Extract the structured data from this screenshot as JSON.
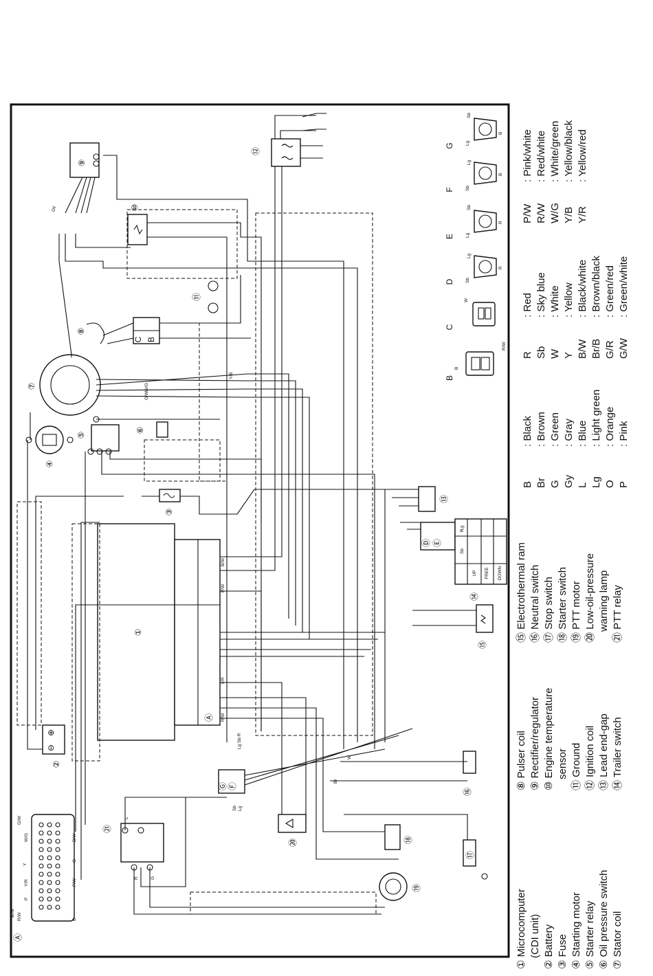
{
  "connector_views": [
    {
      "id": "B",
      "pins": [
        "B",
        "R/W"
      ]
    },
    {
      "id": "C",
      "pins": [
        "W"
      ]
    },
    {
      "id": "D",
      "pins": [
        "Sb",
        "Lg",
        "R"
      ]
    },
    {
      "id": "E",
      "pins": [
        "Lg",
        "Sb",
        "R"
      ]
    },
    {
      "id": "F",
      "pins": [
        "Sb",
        "Lg",
        "B"
      ]
    },
    {
      "id": "G",
      "pins": [
        "Lg",
        "Sb",
        "B"
      ]
    }
  ],
  "components": [
    {
      "num": "①",
      "name": "Microcomputer"
    },
    {
      "num": "",
      "name": "(CDI unit)"
    },
    {
      "num": "②",
      "name": "Battery"
    },
    {
      "num": "③",
      "name": "Fuse"
    },
    {
      "num": "④",
      "name": "Starting motor"
    },
    {
      "num": "⑤",
      "name": "Starter relay"
    },
    {
      "num": "⑥",
      "name": "Oil pressure switch"
    },
    {
      "num": "⑦",
      "name": "Stator coil"
    },
    {
      "num": "⑧",
      "name": "Pulser coil"
    },
    {
      "num": "⑨",
      "name": "Rectifier/regulator"
    },
    {
      "num": "⑩",
      "name": "Engine temperature"
    },
    {
      "num": "",
      "name": "sensor"
    },
    {
      "num": "⑪",
      "name": "Ground"
    },
    {
      "num": "⑫",
      "name": "Ignition coil"
    },
    {
      "num": "⑬",
      "name": "Lead end-gap"
    },
    {
      "num": "⑭",
      "name": "Trailer switch"
    },
    {
      "num": "⑮",
      "name": "Electrothermal ram"
    },
    {
      "num": "⑯",
      "name": "Neutral switch"
    },
    {
      "num": "⑰",
      "name": "Stop switch"
    },
    {
      "num": "⑱",
      "name": "Starter switch"
    },
    {
      "num": "⑲",
      "name": "PTT motor"
    },
    {
      "num": "⑳",
      "name": "Low-oil-pressure"
    },
    {
      "num": "",
      "name": "warning lamp"
    },
    {
      "num": "㉑",
      "name": "PTT relay"
    }
  ],
  "color_codes": [
    {
      "code": "B",
      "name": ": Black"
    },
    {
      "code": "Br",
      "name": ": Brown"
    },
    {
      "code": "G",
      "name": ": Green"
    },
    {
      "code": "Gy",
      "name": ": Gray"
    },
    {
      "code": "L",
      "name": ": Blue"
    },
    {
      "code": "Lg",
      "name": ": Light green"
    },
    {
      "code": "O",
      "name": ": Orange"
    },
    {
      "code": "P",
      "name": ": Pink"
    },
    {
      "code": "R",
      "name": ": Red"
    },
    {
      "code": "Sb",
      "name": ": Sky blue"
    },
    {
      "code": "W",
      "name": ": White"
    },
    {
      "code": "Y",
      "name": ": Yellow"
    },
    {
      "code": "B/W",
      "name": ": Black/white"
    },
    {
      "code": "Br/B",
      "name": ": Brown/black"
    },
    {
      "code": "G/R",
      "name": ": Green/red"
    },
    {
      "code": "G/W",
      "name": ": Green/white"
    },
    {
      "code": "P/W",
      "name": ": Pink/white"
    },
    {
      "code": "R/W",
      "name": ": Red/white"
    },
    {
      "code": "W/G",
      "name": ": White/green"
    },
    {
      "code": "Y/B",
      "name": ": Yellow/black"
    },
    {
      "code": "Y/R",
      "name": ": Yellow/red"
    }
  ],
  "diagram_labels": {
    "n1": "①",
    "n2": "②",
    "n3": "③",
    "n4": "④",
    "n5": "⑤",
    "n6": "⑥",
    "n7": "⑦",
    "n8": "⑧",
    "n9": "⑨",
    "n10": "⑩",
    "n11": "⑪",
    "n12": "⑫",
    "n13": "⑬",
    "n14": "⑭",
    "n15": "⑮",
    "n16": "⑯",
    "n17": "⑰",
    "n18": "⑱",
    "n19": "⑲",
    "n20": "⑳",
    "n21": "㉑",
    "cA": "Ⓐ",
    "cB": "Ⓑ",
    "cC": "Ⓒ",
    "cD": "Ⓓ",
    "cE": "Ⓔ",
    "cF": "Ⓕ",
    "cG": "Ⓖ",
    "plus": "⊕",
    "minus": "⊖",
    "trim_up": "UP",
    "trim_free": "FREE",
    "trim_down": "DOWN",
    "trim_sb": "Sb",
    "trim_r": "R",
    "trim_lg": "Lg",
    "conn_C": "C",
    "conn_B": "B",
    "w_gw": "G/W",
    "w_wg": "W/G",
    "w_y": "Y",
    "w_yr": "Y/R",
    "w_p": "P",
    "w_pw": "P/W",
    "w_brb": "Br/B",
    "w_rw": "R/W",
    "w_bw": "B/W",
    "w_o": "O",
    "w_b": "B",
    "w_r": "R",
    "w_w": "W",
    "w_br": "Br",
    "w_lg": "Lg",
    "w_sb": "Sb",
    "w_l": "L",
    "w_g": "G",
    "w_gy": "Gy",
    "w_yb": "Y/B",
    "w_lgsbr": "Lg Sb R"
  }
}
